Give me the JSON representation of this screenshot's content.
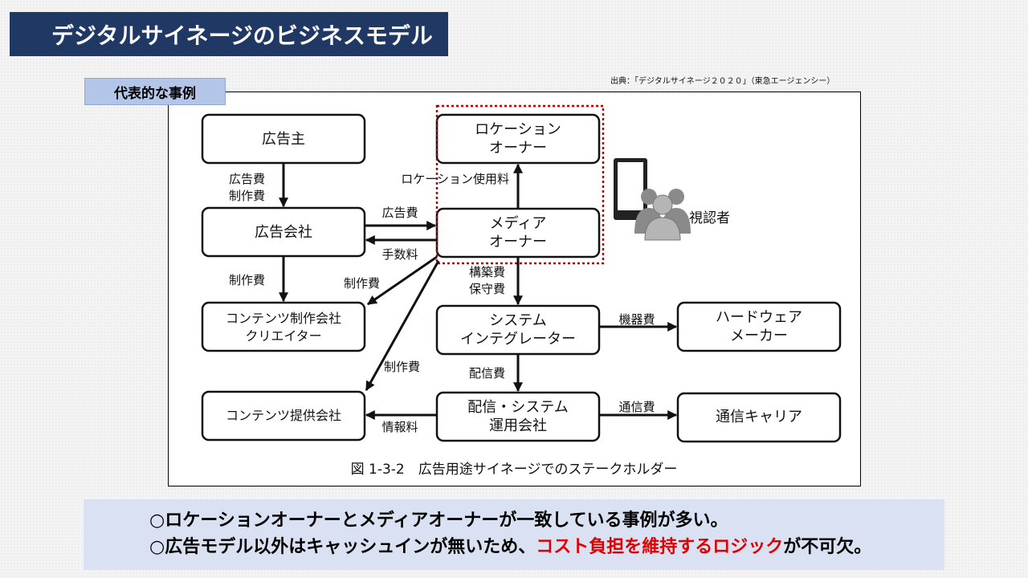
{
  "header": {
    "title": "デジタルサイネージのビジネスモデル"
  },
  "source": "出典：「デジタルサイネージ２０２０」（東急エージェンシー）",
  "tag": "代表的な事例",
  "diagram": {
    "nodes": {
      "advertiser": [
        "広告主"
      ],
      "ad_agency": [
        "広告会社"
      ],
      "content_producer": [
        "コンテンツ制作会社",
        "クリエイター"
      ],
      "content_provider": [
        "コンテンツ提供会社"
      ],
      "location_owner": [
        "ロケーション",
        "オーナー"
      ],
      "media_owner": [
        "メディア",
        "オーナー"
      ],
      "system_integrator": [
        "システム",
        "インテグレーター"
      ],
      "delivery_operator": [
        "配信・システム",
        "運用会社"
      ],
      "hardware_maker": [
        "ハードウェア",
        "メーカー"
      ],
      "carrier": [
        "通信キャリア"
      ],
      "viewer": "視認者"
    },
    "edges": {
      "advertiser_to_agency": [
        "広告費",
        "制作費"
      ],
      "agency_to_media": "広告費",
      "media_to_agency": "手数料",
      "media_to_location": "ロケーション使用料",
      "agency_to_producer": "制作費",
      "media_to_producer": "制作費",
      "media_to_provider": "制作費",
      "media_to_si": [
        "構築費",
        "保守費"
      ],
      "si_to_hardware": "機器費",
      "si_to_delivery": "配信費",
      "delivery_to_provider": "情報料",
      "delivery_to_carrier": "通信費"
    },
    "caption": "図 1-3-2　広告用途サイネージでのステークホルダー"
  },
  "notes": {
    "line1": "○ロケーションオーナーとメディアオーナーが一致している事例が多い。",
    "line2_pre": "○広告モデル以外はキャッシュインが無いため、",
    "line2_red": "コスト負担を維持するロジック",
    "line2_post": "が不可欠。"
  },
  "colors": {
    "title_bg": "#1f3864",
    "tag_bg": "#b4c6e7",
    "notes_bg": "#d9e1f2",
    "highlight": "#e00000",
    "dashed_box": "#c00000"
  }
}
